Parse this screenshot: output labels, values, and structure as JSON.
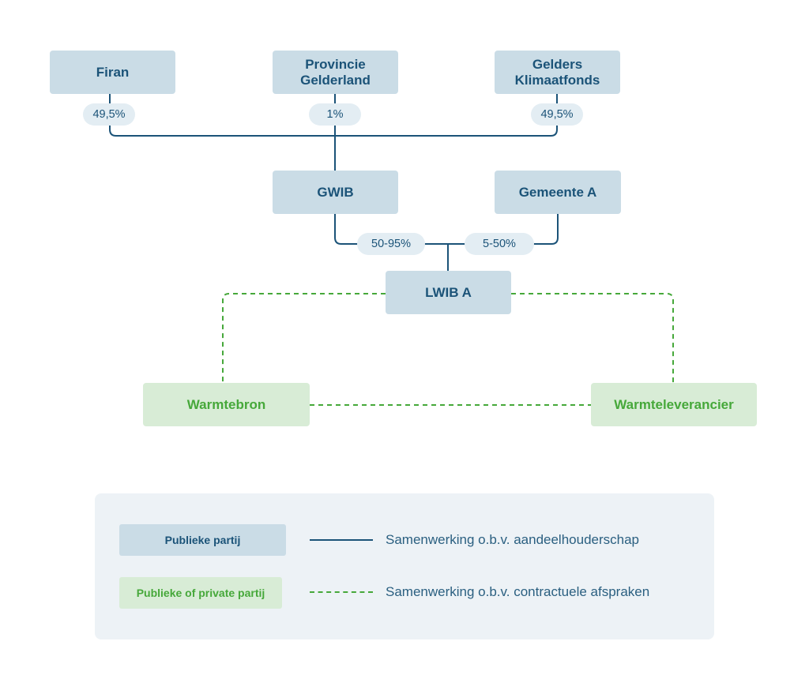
{
  "nodes": {
    "firan": "Firan",
    "provincie_line1": "Provincie",
    "provincie_line2": "Gelderland",
    "gelders_line1": "Gelders",
    "gelders_line2": "Klimaatfonds",
    "gwib": "GWIB",
    "gemeente_a": "Gemeente A",
    "lwib_a": "LWIB A",
    "warmtebron": "Warmtebron",
    "warmteleverancier": "Warmteleverancier"
  },
  "shares": {
    "firan": "49,5%",
    "provincie": "1%",
    "gelders": "49,5%",
    "gwib": "50-95%",
    "gemeente_a": "5-50%"
  },
  "legend": {
    "public_label": "Publieke partij",
    "private_label": "Publieke of private partij",
    "solid_text": "Samenwerking o.b.v. aandeelhouderschap",
    "dashed_text": "Samenwerking o.b.v. contractuele afspraken"
  },
  "colors": {
    "public_fill": "#cadce6",
    "public_text": "#1b5378",
    "private_fill": "#d8ecd6",
    "private_text": "#46a83a",
    "legend_bg": "#edf2f6"
  }
}
